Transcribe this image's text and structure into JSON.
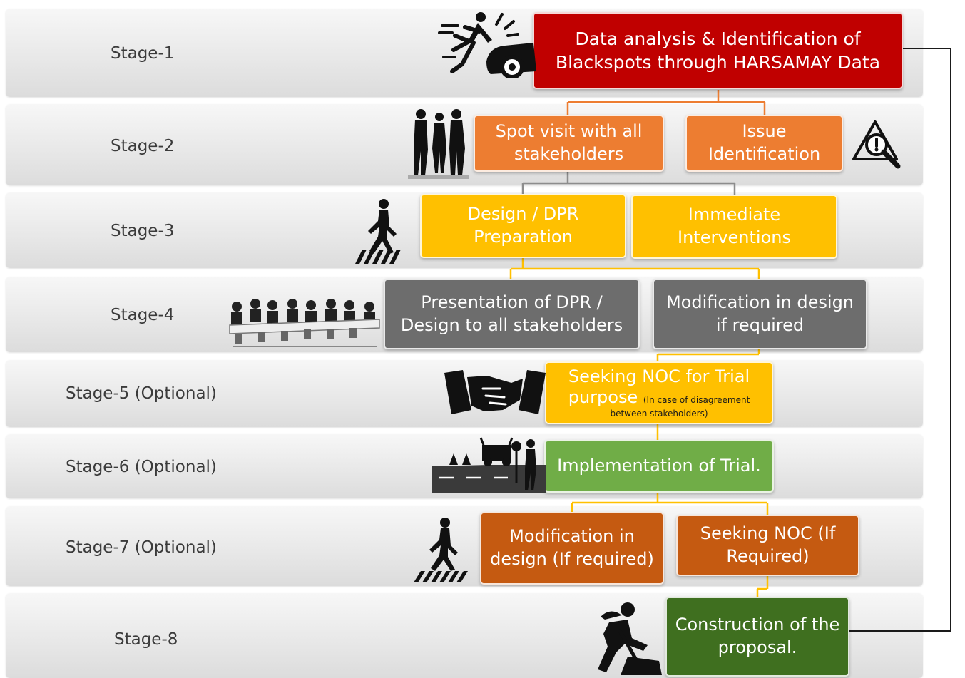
{
  "stages": [
    {
      "label": "Stage-1"
    },
    {
      "label": "Stage-2"
    },
    {
      "label": "Stage-3"
    },
    {
      "label": "Stage-4"
    },
    {
      "label": "Stage-5 (Optional)"
    },
    {
      "label": "Stage-6 (Optional)"
    },
    {
      "label": "Stage-7 (Optional)"
    },
    {
      "label": "Stage-8"
    }
  ],
  "boxes": {
    "data_analysis": {
      "line1": "Data analysis & Identification of",
      "line2": "Blackspots through HARSAMAY Data"
    },
    "spot_visit": {
      "line1": "Spot visit with all",
      "line2": "stakeholders"
    },
    "issue_identification": {
      "line1": "Issue",
      "line2": "Identification"
    },
    "design_dpr": {
      "line1": "Design / DPR",
      "line2": "Preparation"
    },
    "immediate_interventions": {
      "line1": "Immediate",
      "line2": "Interventions"
    },
    "presentation_dpr": {
      "line1": "Presentation of DPR /",
      "line2": "Design to all stakeholders"
    },
    "modification_design": {
      "line1": "Modification in design",
      "line2": "if required"
    },
    "seeking_noc_trial": {
      "line1": "Seeking NOC for Trial",
      "line2": "purpose",
      "note1": "(In case of disagreement",
      "note2": "between stakeholders)"
    },
    "implementation_trial": {
      "line1": "Implementation of Trial."
    },
    "modification_if_required": {
      "line1": "Modification in",
      "line2": "design (If required)"
    },
    "seeking_noc": {
      "line1": "Seeking NOC (If",
      "line2": "Required)"
    },
    "construction": {
      "line1": "Construction of the",
      "line2": "proposal."
    }
  },
  "colors": {
    "stage1": "#c00000",
    "stage2": "#ed7d31",
    "stage3": "#ffc000",
    "stage4": "#6d6d6d",
    "stage5": "#ffc000",
    "stage6": "#70ad47",
    "stage7": "#c55a11",
    "stage8": "#3f6f1f"
  },
  "icons": {
    "stage1": "pedestrian-car-accident-icon",
    "stage2": "people-meeting-icon",
    "stage2_right": "warning-magnifier-icon",
    "stage3": "pedestrian-crossing-icon",
    "stage4": "conference-table-icon",
    "stage5": "handshake-icon",
    "stage6": "road-trial-icon",
    "stage7": "pedestrian-crossing-icon",
    "stage8": "road-worker-icon"
  }
}
